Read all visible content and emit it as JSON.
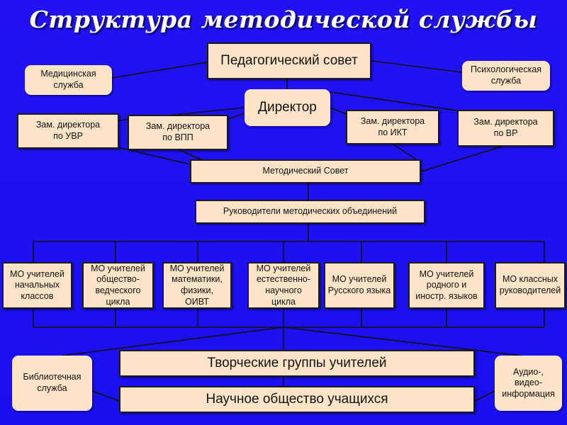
{
  "title": "Структура методической службы",
  "nodes": {
    "ped_council": "Педагогический совет",
    "medical": "Медицинская\nслужба",
    "psych": "Психологическая\nслужба",
    "director": "Директор",
    "dep_uvr": "Зам. директора\nпо УВР",
    "dep_vpp": "Зам. директора\nпо ВПП",
    "dep_ikt": "Зам. директора\nпо ИКТ",
    "dep_vr": "Зам. директора\nпо ВР",
    "method_council": "Методический Совет",
    "mo_heads": "Руководители методических объединений",
    "mo_primary": "МО учителей\nначальных\nклассов",
    "mo_social": "МО учителей\nобщество-\nведческого\nцикла",
    "mo_math": "МО учителей\nматематики,\nфизики,\nОИВТ",
    "mo_science": "МО учителей\nестественно-\nнаучного\nцикла",
    "mo_russian": "МО учителей\nРусского языка",
    "mo_languages": "МО учителей\nродного и\nиностр. языков",
    "mo_class": "МО классных\nруководителей",
    "library": "Библиотечная\nслужба",
    "creative": "Творческие группы учителей",
    "audio": "Аудио-,\nвидео-\nинформация",
    "students": "Научное общество учащихся"
  },
  "colors": {
    "background": "#1f10f0",
    "box": "#fde4c7",
    "line": "#111111",
    "title": "#ffffff"
  }
}
